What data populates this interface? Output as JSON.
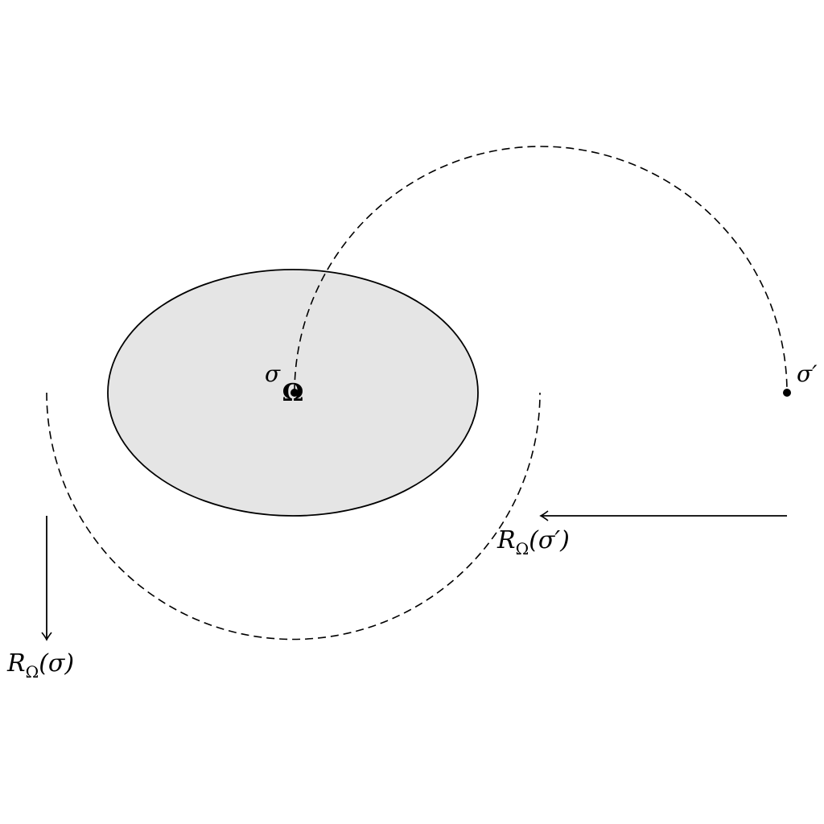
{
  "labels": {
    "sigma": "σ",
    "sigma_prime": "σ′",
    "omega": "Ω",
    "r_sigma_prefix": "R",
    "r_sigma_sub": "Ω",
    "r_sigma_arg": "(σ)",
    "r_sigma_prime_prefix": "R",
    "r_sigma_prime_sub": "Ω",
    "r_sigma_prime_arg": "(σ′)"
  },
  "colors": {
    "region_fill": "#e5e5e5",
    "stroke": "#000000",
    "background": "#ffffff"
  }
}
